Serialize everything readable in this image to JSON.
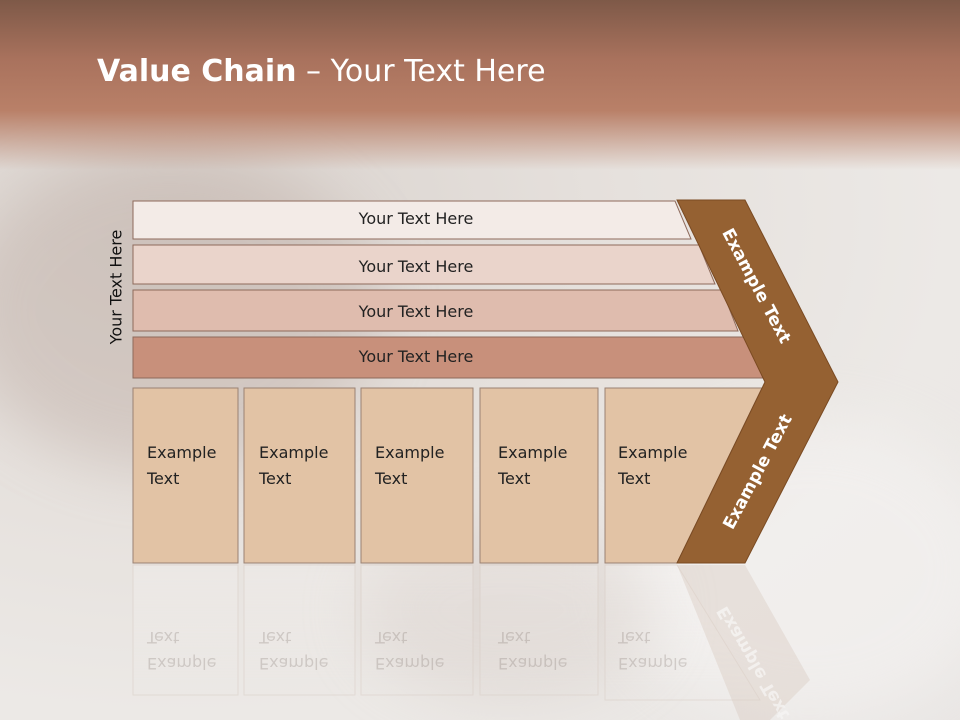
{
  "title": {
    "bold": "Value Chain",
    "rest": " – Your Text Here"
  },
  "side_label": "Your Text Here",
  "bars": [
    {
      "label": "Your Text Here",
      "fill": "#f3ebe7"
    },
    {
      "label": "Your Text Here",
      "fill": "#ead4cb"
    },
    {
      "label": "Your Text Here",
      "fill": "#dfbcae"
    },
    {
      "label": "Your Text Here",
      "fill": "#c8907b"
    }
  ],
  "boxes": [
    {
      "line1": "Example",
      "line2": "Text"
    },
    {
      "line1": "Example",
      "line2": "Text"
    },
    {
      "line1": "Example",
      "line2": "Text"
    },
    {
      "line1": "Example",
      "line2": "Text"
    },
    {
      "line1": "Example",
      "line2": "Text"
    }
  ],
  "arrow_top": "Example Text",
  "arrow_bottom": "Example Text",
  "colors": {
    "box_fill": "#e2c3a5",
    "arrow_fill": "#956132",
    "title_bar": "#a9725d"
  }
}
